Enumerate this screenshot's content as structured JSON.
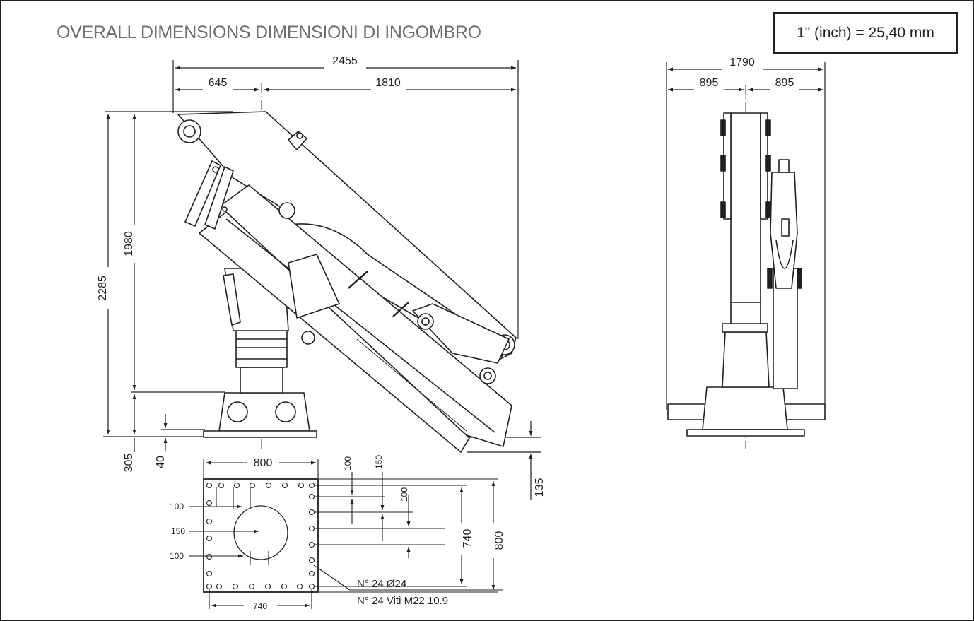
{
  "title": "OVERALL  DIMENSIONS    DIMENSIONI DI INGOMBRO",
  "conversion": "1\" (inch) = 25,40 mm",
  "side_view": {
    "overall_length": "2455",
    "rear_length": "645",
    "front_length": "1810",
    "total_height": "2285",
    "column_height": "1980",
    "base_height": "305",
    "plate_thickness": "40",
    "below_base": "135"
  },
  "front_view": {
    "overall_width": "1790",
    "left_half": "895",
    "right_half": "895"
  },
  "base_plate": {
    "width": "800",
    "bolt_span_width": "740",
    "height": "800",
    "bolt_span_height": "740",
    "pitch_top_a": "100",
    "pitch_top_b": "150",
    "pitch_right": "100",
    "left_100_a": "100",
    "left_150": "150",
    "left_100_b": "100",
    "holes_note": "N° 24   Ø24",
    "bolts_note": "N° 24 Viti  M22  10.9"
  },
  "colors": {
    "line": "#231f20",
    "title": "#6d6e71"
  }
}
